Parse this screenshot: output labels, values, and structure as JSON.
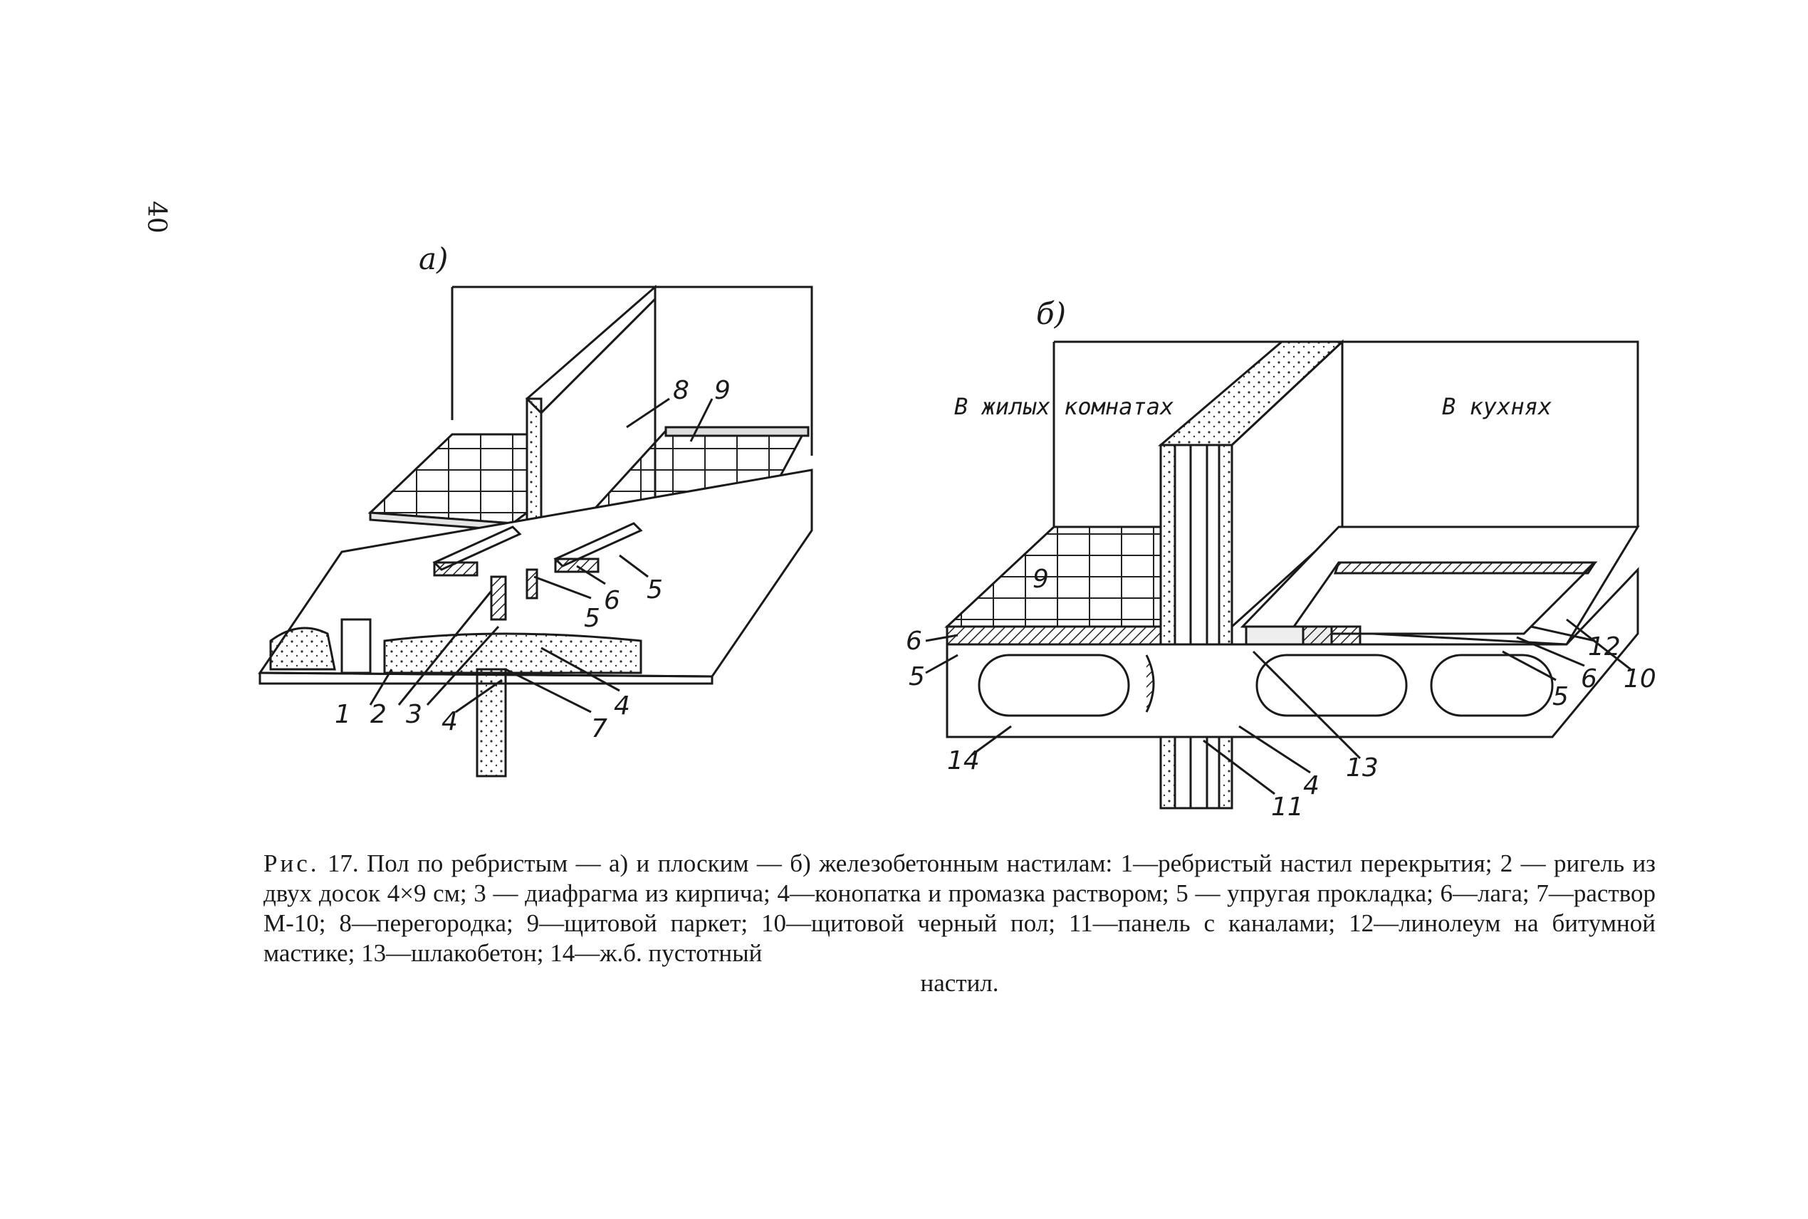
{
  "page_number": "40",
  "figure": {
    "panel_a_label": "а)",
    "panel_b_label": "б)",
    "room_living": "В жилых комнатах",
    "room_kitchen": "В кухнях",
    "labels_a": [
      "1",
      "2",
      "3",
      "4",
      "7",
      "4",
      "5",
      "6",
      "5",
      "8",
      "9"
    ],
    "labels_b": [
      "9",
      "6",
      "5",
      "14",
      "11",
      "4",
      "13",
      "5",
      "6",
      "10",
      "12"
    ]
  },
  "caption": {
    "lead": "Рис.",
    "text": "17. Пол по ребристым — а) и плоским — б) железобетонным настилам: 1—ребристый настил перекрытия; 2 — ригель из двух досок 4×9 см; 3 — диафрагма из кирпича; 4—конопатка и промазка раствором; 5 — упругая прокладка; 6—лага; 7—раствор М-10; 8—перегородка; 9—щитовой паркет; 10—щитовой черный пол; 11—панель с каналами; 12—линолеум на битумной мастике; 13—шлакобетон; 14—ж.б. пустотный",
    "last_line": "настил."
  }
}
